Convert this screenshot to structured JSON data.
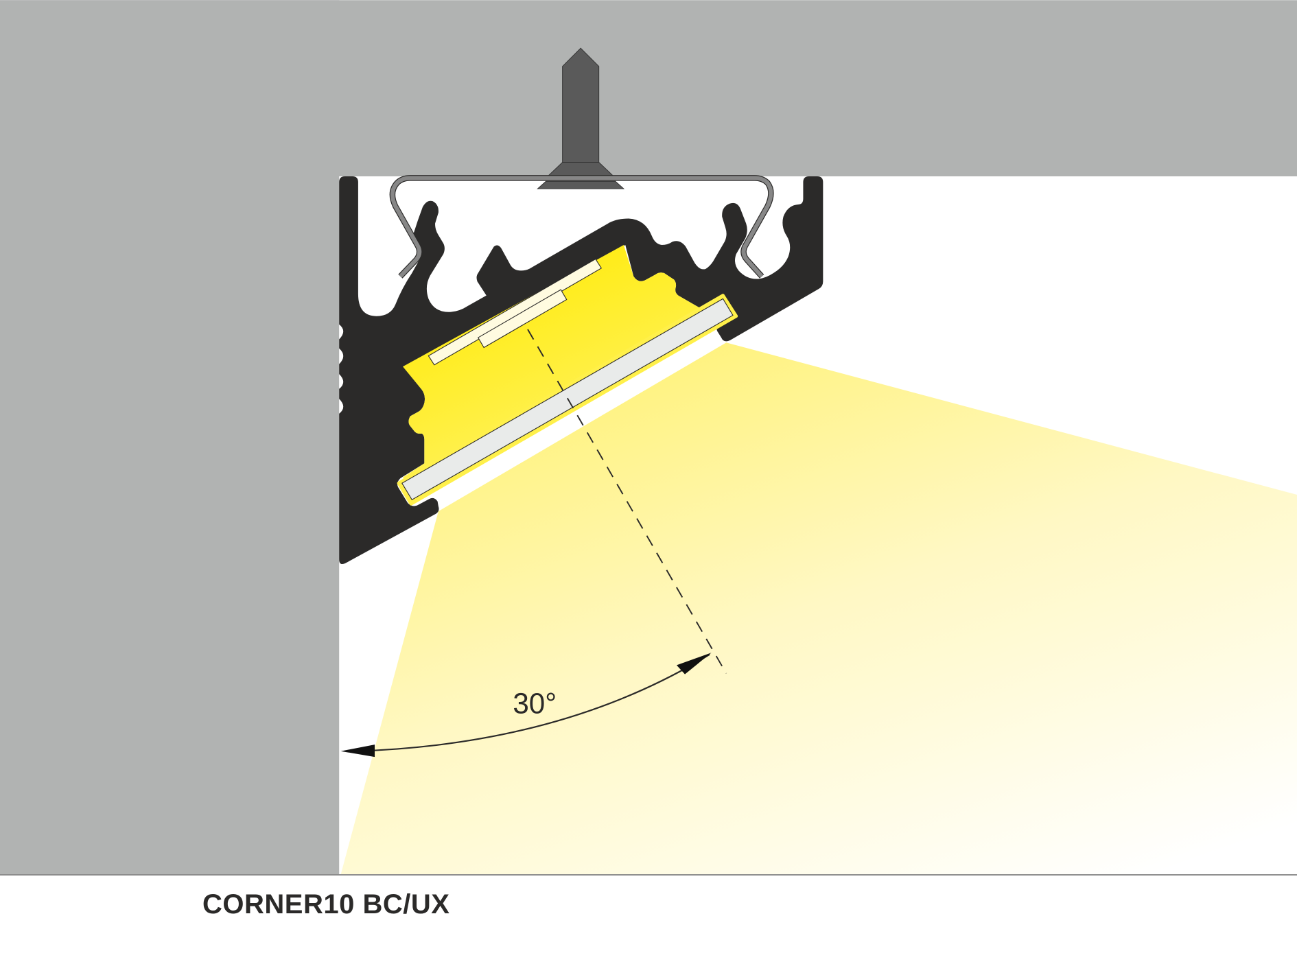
{
  "diagram": {
    "title": "CORNER10 BC/UX",
    "angle_label": "30°",
    "elements": [
      "ceiling",
      "wall",
      "mounting-screw",
      "mounting-clip",
      "aluminium-profile",
      "led-strip",
      "diffuser",
      "optical-axis",
      "beam-angle-arc",
      "light-beam"
    ]
  },
  "colors": {
    "ceiling": "#b1b3b2",
    "wall": "#b1b3b2",
    "profile": "#2b2a29",
    "screw": "#5a5a5a",
    "clip": "#878787",
    "light_core": "#ffea00",
    "light_beam": "#fff6a8",
    "led_strip": "#fffbe0",
    "diffuser": "#e9ebea",
    "floor_line": "#8a8a8a"
  }
}
